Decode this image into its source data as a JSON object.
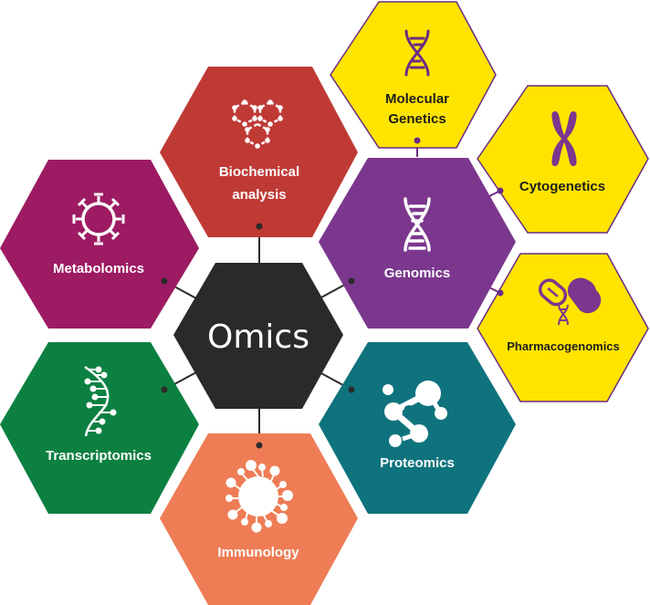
{
  "diagram": {
    "title": "Omics",
    "colors": {
      "center": "#2b2a29",
      "metabolomics": "#9c1b63",
      "biochemical": "#bf3a35",
      "genomics": "#7b378d",
      "transcriptomics": "#0c8041",
      "immunology": "#ee7d55",
      "proteomics": "#0f737e",
      "yellow": "#ffe400",
      "yellow_border": "#6b2c82",
      "connector": "#2b2a29",
      "purple_connector": "#6b2c82"
    },
    "nodes": [
      {
        "id": "metabolomics",
        "label": "Metabolomics",
        "icon": "virus-icon"
      },
      {
        "id": "biochemical",
        "label_line1": "Biochemical",
        "label_line2": "analysis",
        "icon": "molecule-rings-icon"
      },
      {
        "id": "genomics",
        "label": "Genomics",
        "icon": "dna-icon"
      },
      {
        "id": "transcriptomics",
        "label": "Transcriptomics",
        "icon": "rna-strand-icon"
      },
      {
        "id": "immunology",
        "label": "Immunology",
        "icon": "immune-cell-icon"
      },
      {
        "id": "proteomics",
        "label": "Proteomics",
        "icon": "protein-network-icon"
      }
    ],
    "sub_nodes": [
      {
        "id": "molecular-genetics",
        "label_line1": "Molecular",
        "label_line2": "Genetics",
        "icon": "dna-icon",
        "parent": "genomics"
      },
      {
        "id": "cytogenetics",
        "label": "Cytogenetics",
        "icon": "chromosome-icon",
        "parent": "genomics"
      },
      {
        "id": "pharmacogenomics",
        "label": "Pharmacogenomics",
        "icon": "pill-dna-icon",
        "parent": "genomics"
      }
    ]
  }
}
